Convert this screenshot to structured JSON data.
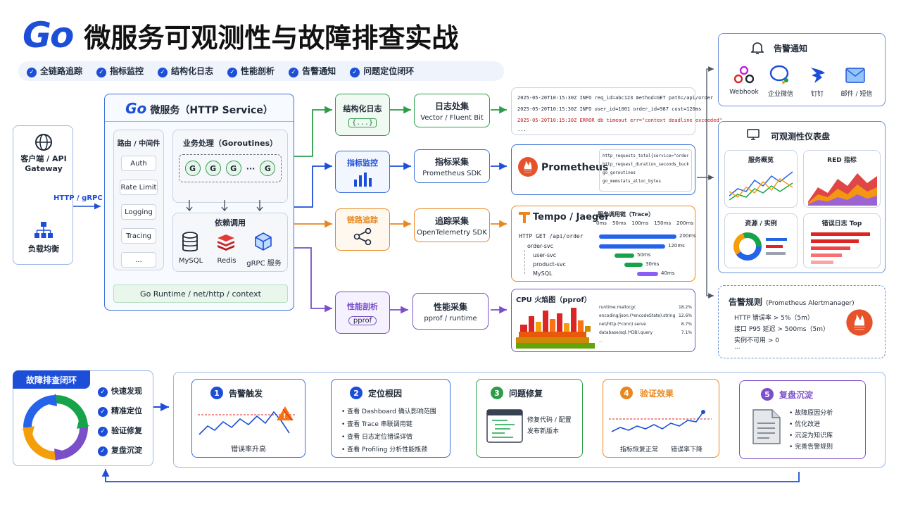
{
  "header": {
    "logo": "Go",
    "title": "微服务可观测性与故障排查实战",
    "badges": [
      "全链路追踪",
      "指标监控",
      "结构化日志",
      "性能剖析",
      "告警通知",
      "问题定位闭环"
    ]
  },
  "client": {
    "label": "客户端 / API Gateway",
    "lb": "负载均衡",
    "protocol": "HTTP / gRPC"
  },
  "service": {
    "title_logo": "Go",
    "title": "微服务（HTTP Service）",
    "middleware_title": "路由 / 中间件",
    "middleware": [
      "Auth",
      "Rate Limit",
      "Logging",
      "Tracing",
      "..."
    ],
    "business_title": "业务处理（Goroutines）",
    "goroutines": [
      "G",
      "G",
      "G",
      "···",
      "G"
    ],
    "deps_title": "依赖调用",
    "deps": [
      "MySQL",
      "Redis",
      "gRPC 服务"
    ],
    "runtime": "Go Runtime / net/http / context"
  },
  "pipelines": {
    "log": {
      "label": "结构化日志",
      "icon_text": "{...}",
      "collect_title": "日志处集",
      "collect_sub": "Vector / Fluent Bit",
      "lines": [
        "2025-05-20T10:15:30Z  INFO  req_id=abc123 method=GET path=/api/order",
        "2025-05-20T10:15:30Z  INFO  user_id=1001 order_id=987 cost=120ms",
        "2025-05-20T10:15:30Z  ERROR db timeout err=\"context deadline exceeded\"",
        "..."
      ]
    },
    "metric": {
      "label": "指标监控",
      "collect_title": "指标采集",
      "collect_sub": "Prometheus SDK",
      "store": "Prometheus",
      "lines": [
        "http_requests_total{service=\"order-svc\"}",
        "http_request_duration_seconds_bucket{...}",
        "go_goroutines",
        "go_memstats_alloc_bytes"
      ]
    },
    "trace": {
      "label": "链路追踪",
      "collect_title": "追踪采集",
      "collect_sub": "OpenTelemetry SDK",
      "store": "Tempo / Jaeger",
      "chain_title": "服务调用链（Trace）",
      "tree": [
        "HTTP GET /api/order",
        "order-svc",
        "user-svc",
        "product-svc",
        "MySQL"
      ],
      "ticks": [
        "0ms",
        "50ms",
        "100ms",
        "150ms",
        "200ms"
      ],
      "spans": [
        "200ms",
        "120ms",
        "50ms",
        "30ms",
        "40ms"
      ]
    },
    "profile": {
      "label": "性能剖析",
      "icon_text": "pprof",
      "collect_title": "性能采集",
      "collect_sub": "pprof / runtime",
      "store": "CPU 火焰图（pprof）",
      "funcs": [
        {
          "name": "runtime.mallocgc",
          "pct": "18.2%"
        },
        {
          "name": "encoding/json.(*encodeState).string",
          "pct": "12.6%"
        },
        {
          "name": "net/http.(*conn).serve",
          "pct": "8.7%"
        },
        {
          "name": "database/sql.(*DB).query",
          "pct": "7.1%"
        },
        {
          "name": "...",
          "pct": ""
        }
      ]
    }
  },
  "alerts": {
    "title": "告警通知",
    "channels": [
      "Webhook",
      "企业微信",
      "钉钉",
      "邮件 / 短信"
    ]
  },
  "dashboard": {
    "title": "可观测性仪表盘",
    "panels": [
      "服务概览",
      "RED 指标",
      "资源 / 实例",
      "错误日志 Top"
    ]
  },
  "rules": {
    "title": "告警规则",
    "subtitle": "(Prometheus Alertmanager)",
    "items": [
      "HTTP 错误率 > 5%（5m）",
      "接口 P95 延迟 > 500ms（5m）",
      "实例不可用 > 0",
      "..."
    ]
  },
  "loop": {
    "title": "故障排查闭环",
    "items": [
      "快速发现",
      "精准定位",
      "验证修复",
      "复盘沉淀"
    ],
    "steps": [
      {
        "num": "1",
        "title": "告警触发",
        "caption": "错误率升高"
      },
      {
        "num": "2",
        "title": "定位根因",
        "lines": [
          "查看 Dashboard 确认影响范围",
          "查看 Trace 串联调用链",
          "查看 日志定位错误详情",
          "查看 Profiling 分析性能瓶颈"
        ]
      },
      {
        "num": "3",
        "title": "问题修复",
        "lines": [
          "修复代码 / 配置",
          "发布新版本"
        ]
      },
      {
        "num": "4",
        "title": "验证效果",
        "captions": [
          "指标恢复正常",
          "错误率下降"
        ]
      },
      {
        "num": "5",
        "title": "复盘沉淀",
        "lines": [
          "故障原因分析",
          "优化改进",
          "沉淀为知识库",
          "完善告警规则"
        ]
      }
    ]
  },
  "colors": {
    "blue": "#1d4ed8",
    "green": "#2e9d4a",
    "orange": "#e8871e",
    "purple": "#7b4fc9",
    "red": "#dc2626"
  }
}
